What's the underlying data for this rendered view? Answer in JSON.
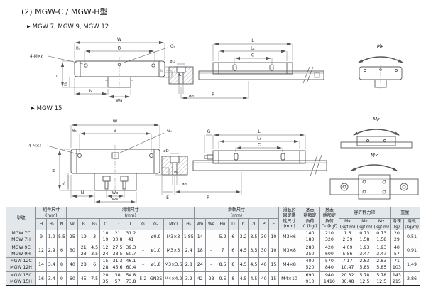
{
  "page": {
    "title": "(2) MGW-C / MGW-H型",
    "bullet": "▶",
    "section1_label": "MGW 7, MGW 9, MGW 12",
    "section2_label": "MGW 15"
  },
  "drawing1": {
    "front": {
      "w": "W",
      "b1": "B₁",
      "b": "B",
      "gn": "Gₙ",
      "bolt": "4-M×ℓ",
      "h": "H",
      "h1": "H₁",
      "h2": "H₂",
      "n": "N",
      "wr": "Wʀ"
    },
    "side": {
      "l": "L",
      "l1": "L₁",
      "c": "C",
      "oD": "øD",
      "h": "h",
      "od": "ød",
      "p": "P"
    },
    "moment_r": "Mʀ"
  },
  "drawing2": {
    "front": {
      "w": "W",
      "b1": "B₁",
      "b": "B",
      "gn": "Gₙ",
      "bolt": "4-M×ℓ",
      "h": "H",
      "h1": "H₁",
      "h2": "H₂",
      "n": "N",
      "wb": "Wʙ",
      "wr": "Wʀ"
    },
    "side": {
      "g": "G",
      "l": "L",
      "l1": "L₁",
      "c": "C",
      "oD": "øD",
      "od": "ød",
      "e": "E",
      "p": "P"
    },
    "moment_p": "Mᴘ",
    "moment_y": "Mʏ"
  },
  "table": {
    "header": {
      "model": "型號",
      "assembly": "組件尺寸\n(mm)",
      "block": "滑塊尺寸\n(mm)",
      "rail": "滑軌尺寸\n(mm)",
      "bolt": "滑軌的\n固定螺\n栓尺寸\n(mm)",
      "dynamic": "基本\n動額定\n負荷\nC (kgf)",
      "static": "基本\n靜額定\n負荷\nC₀ (kgf)",
      "moment": "容許靜力矩",
      "weight": "重量",
      "cols": [
        "H",
        "H₁",
        "N",
        "W",
        "B",
        "B₁",
        "C",
        "L₁",
        "L",
        "G",
        "Gₙ",
        "M×l",
        "H₂",
        "Wʀ",
        "Wʙ",
        "Hʀ",
        "D",
        "h",
        "d",
        "P",
        "E"
      ],
      "moment_cols": [
        "Mʀ\n(kgf-m)",
        "Mᴘ\n(kgf-m)",
        "Mʏ\n(kgf-m)"
      ],
      "weight_cols": [
        "滑塊\n(g)",
        "滑軌\n(kg/m)"
      ]
    },
    "rows": [
      {
        "models": [
          "MGW 7C",
          "MGW 7H"
        ],
        "values": [
          "9",
          "1.9",
          "5.5",
          "25",
          "19",
          "3",
          [
            "10",
            "19"
          ],
          [
            "21",
            "30.8"
          ],
          [
            "31.2",
            "41"
          ],
          "–",
          "ø0.9",
          "M3×3",
          "1.85",
          "14",
          "–",
          "5.2",
          "6",
          "3.2",
          "3.5",
          "30",
          "10",
          "M3×6",
          [
            "140",
            "180"
          ],
          [
            "210",
            "320"
          ],
          [
            "1.6",
            "2.39"
          ],
          [
            "0.73",
            "1.58"
          ],
          [
            "0.73",
            "1.58"
          ],
          [
            "20",
            "29"
          ],
          "0.51"
        ]
      },
      {
        "models": [
          "MGW 9C",
          "MGW 9H"
        ],
        "values": [
          "12",
          "2.9",
          "6",
          "30",
          [
            "21",
            "23"
          ],
          [
            "4.5",
            "3.5"
          ],
          [
            "12",
            "24"
          ],
          [
            "27.5",
            "38.5"
          ],
          [
            "39.3",
            "50.7"
          ],
          "–",
          "ø1.0",
          "M3×3",
          "2.4",
          "18",
          "–",
          "7",
          "6",
          "4.5",
          "3.5",
          "30",
          "10",
          "M3×8",
          [
            "280",
            "350"
          ],
          [
            "420",
            "600"
          ],
          [
            "4.09",
            "5.56"
          ],
          [
            "1.93",
            "3.47"
          ],
          [
            "1.93",
            "3.47"
          ],
          [
            "40",
            "57"
          ],
          "0.91"
        ]
      },
      {
        "models": [
          "MGW 12C",
          "MGW 12H"
        ],
        "values": [
          "14",
          "3.4",
          "8",
          "40",
          "28",
          "6",
          [
            "15",
            "28"
          ],
          [
            "31.3",
            "45.6"
          ],
          [
            "46.1",
            "60.4"
          ],
          "–",
          "ø1.8",
          "M3×3.6",
          "2.8",
          "24",
          "–",
          "8.5",
          "8",
          "4.5",
          "4.5",
          "40",
          "15",
          "M4×8",
          [
            "400",
            "520"
          ],
          [
            "570",
            "840"
          ],
          [
            "7.17",
            "10.47"
          ],
          [
            "2.83",
            "5.85"
          ],
          [
            "2.83",
            "5.85"
          ],
          [
            "71",
            "103"
          ],
          "1.49"
        ]
      },
      {
        "models": [
          "MGW 15C",
          "MGW 15H"
        ],
        "values": [
          "16",
          "3.4",
          "9",
          "60",
          "45",
          "7.5",
          [
            "20",
            "35"
          ],
          [
            "38",
            "57"
          ],
          [
            "54.8",
            "73.8"
          ],
          "5.2",
          "GN3S",
          "M4×4.2",
          "3.2",
          "42",
          "23",
          "9.5",
          "8",
          "4.5",
          "4.5",
          "40",
          "15",
          "M4×10",
          [
            "690",
            "910"
          ],
          [
            "940",
            "1410"
          ],
          [
            "20.32",
            "30.48"
          ],
          [
            "5.78",
            "12.5"
          ],
          [
            "5.78",
            "12.5"
          ],
          [
            "143",
            "215"
          ],
          "2.86"
        ]
      }
    ]
  }
}
